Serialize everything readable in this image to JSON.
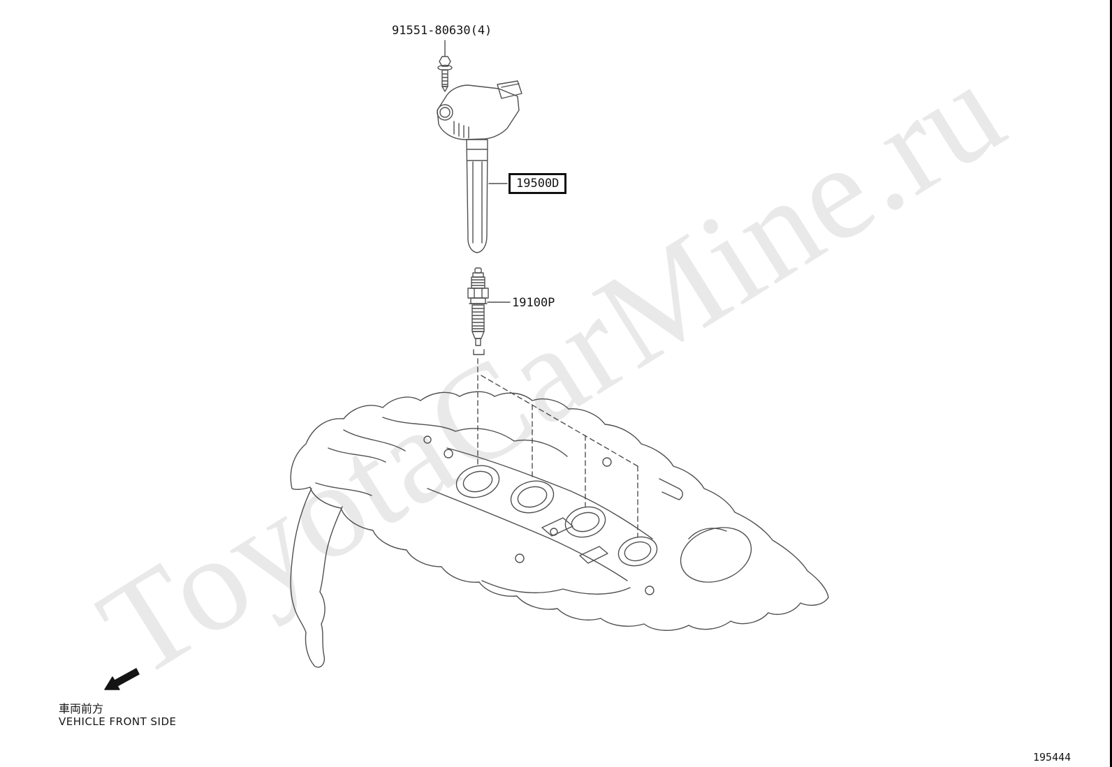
{
  "labels": {
    "bolt_part": "91551-80630(4)",
    "coil_part": "19500D",
    "plug_part": "19100P",
    "figure_number": "195444",
    "vehicle_front_jp": "車両前方",
    "vehicle_front_en": "VEHICLE FRONT SIDE"
  },
  "watermark": {
    "text": "ToyotaCarMine.ru"
  },
  "drawing_parts": {
    "bolt": "flange-bolt",
    "coil": "ignition-coil",
    "plug": "spark-plug",
    "cover": "cylinder-head-cover"
  },
  "colors": {
    "line": "#4f4f4f",
    "label_text": "#151515",
    "highlight_box_border": "#101010",
    "watermark": "#e9e9e9",
    "background": "#ffffff"
  }
}
